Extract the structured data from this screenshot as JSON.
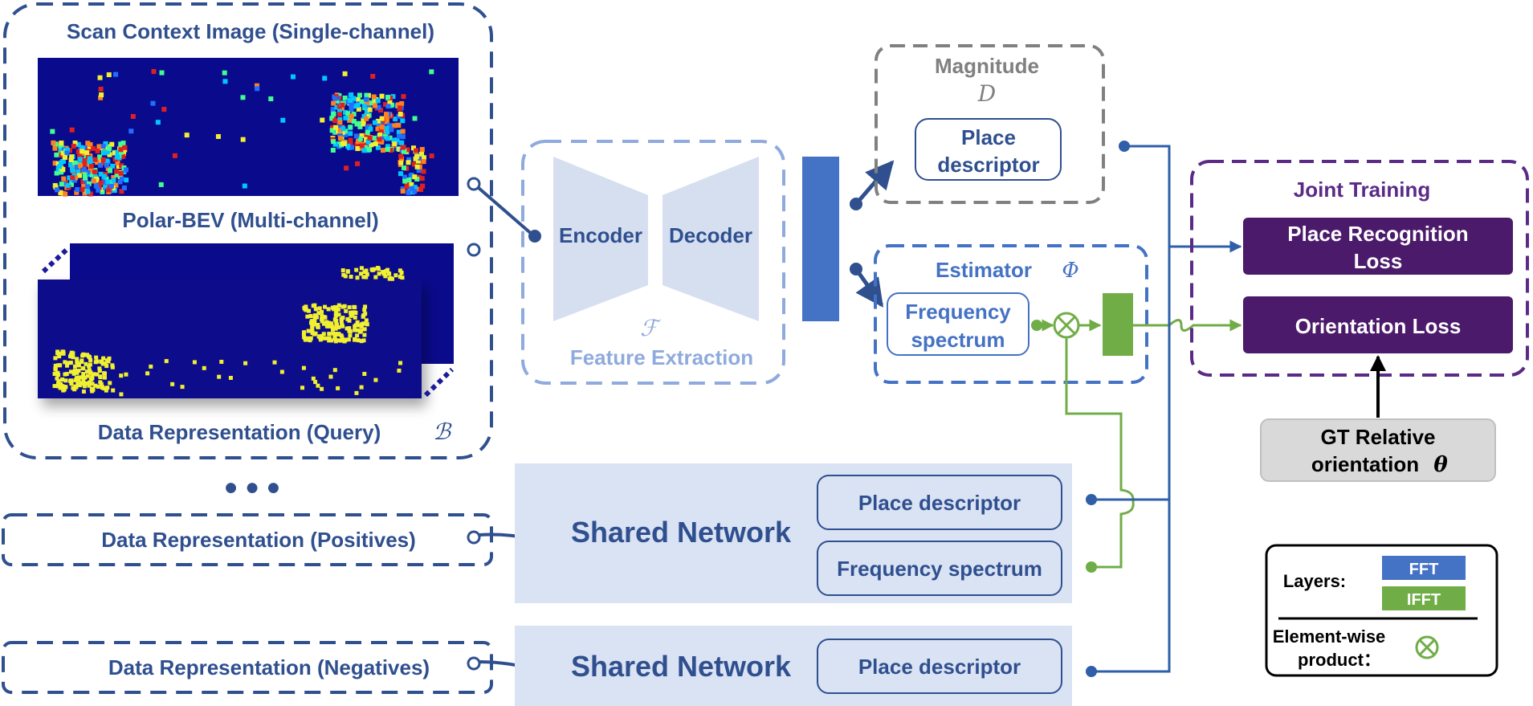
{
  "query_panel": {
    "scan_context_title": "Scan Context Image (Single-channel)",
    "polar_bev_title": "Polar-BEV (Multi-channel)",
    "footer_label": "Data Representation (Query)",
    "symbol": "ℬ"
  },
  "ellipsis": "● ● ●",
  "positives_label": "Data Representation (Positives)",
  "negatives_label": "Data Representation (Negatives)",
  "feature_extraction": {
    "encoder": "Encoder",
    "decoder": "Decoder",
    "symbol": "ℱ",
    "label": "Feature Extraction"
  },
  "magnitude": {
    "title": "Magnitude",
    "symbol": "D",
    "descriptor_line1": "Place",
    "descriptor_line2": "descriptor"
  },
  "estimator": {
    "title": "Estimator",
    "symbol": "Φ",
    "spectrum_line1": "Frequency",
    "spectrum_line2": "spectrum"
  },
  "shared_network_positives": {
    "label": "Shared Network",
    "descriptor": "Place descriptor",
    "spectrum": "Frequency spectrum"
  },
  "shared_network_negatives": {
    "label": "Shared Network",
    "descriptor": "Place descriptor"
  },
  "joint_training": {
    "title": "Joint Training",
    "place_loss_line1": "Place Recognition",
    "place_loss_line2": "Loss",
    "orientation_loss": "Orientation Loss"
  },
  "gt": {
    "line1": "GT Relative",
    "line2": "orientation",
    "symbol": "θ"
  },
  "legend": {
    "layers_label": "Layers:",
    "fft": "FFT",
    "ifft": "IFFT",
    "elementwise_line1": "Element-wise",
    "elementwise_line2": "product："
  },
  "colors": {
    "dark_blue": "#2f4f8f",
    "mid_blue": "#4472c4",
    "light_blue_fill": "#dae3f3",
    "feature_blue": "#8faadc",
    "green": "#70ad47",
    "purple_dark": "#4b1a6b",
    "purple_border": "#5b2a86",
    "gray": "#808080",
    "heatmap_bg": "#0a0a8c",
    "yellow": "#f0f030"
  }
}
